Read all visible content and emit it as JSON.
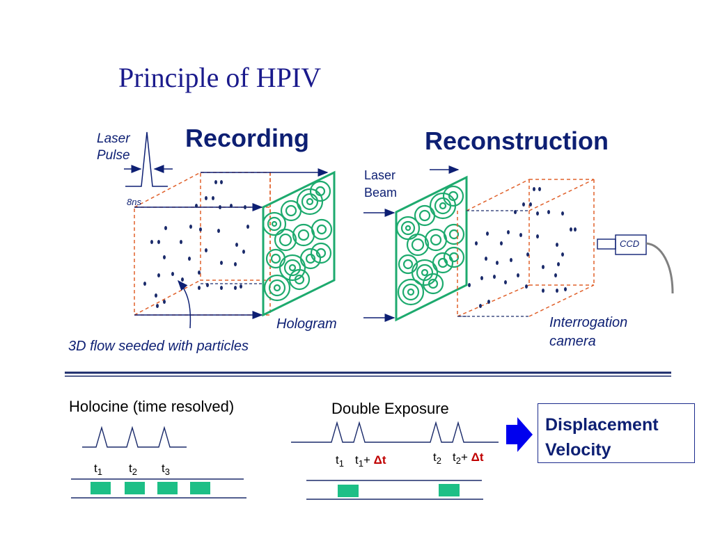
{
  "title": "Principle of  HPIV",
  "recording": {
    "heading": "Recording",
    "laser_pulse": "Laser\nPulse",
    "duration": "8ns",
    "hologram": "Hologram",
    "flow": "3D flow seeded with particles"
  },
  "reconstruction": {
    "heading": "Reconstruction",
    "laser_beam": "Laser\nBeam",
    "ccd": "CCD",
    "camera": "Interrogation\ncamera"
  },
  "holocine": {
    "label": "Holocine (time resolved)",
    "times": [
      {
        "t": "t",
        "sub": "1"
      },
      {
        "t": "t",
        "sub": "2"
      },
      {
        "t": "t",
        "sub": "3"
      }
    ]
  },
  "double_exposure": {
    "label": "Double Exposure",
    "t1": "t",
    "t1_sub": "1",
    "t1b": "t",
    "t1b_sub": "1",
    "plus": "+",
    "t2": "t",
    "t2_sub": "2",
    "t2b": "t",
    "t2b_sub": "2",
    "delta": "Δt"
  },
  "result": {
    "line1": "Displacement",
    "line2": "Velocity"
  },
  "colors": {
    "title": "#1a1a8c",
    "text": "#0d1f73",
    "hologram": "#1daa6e",
    "box_edge": "#e0602a",
    "arrow": "#0000ee",
    "delta": "#c00000"
  }
}
